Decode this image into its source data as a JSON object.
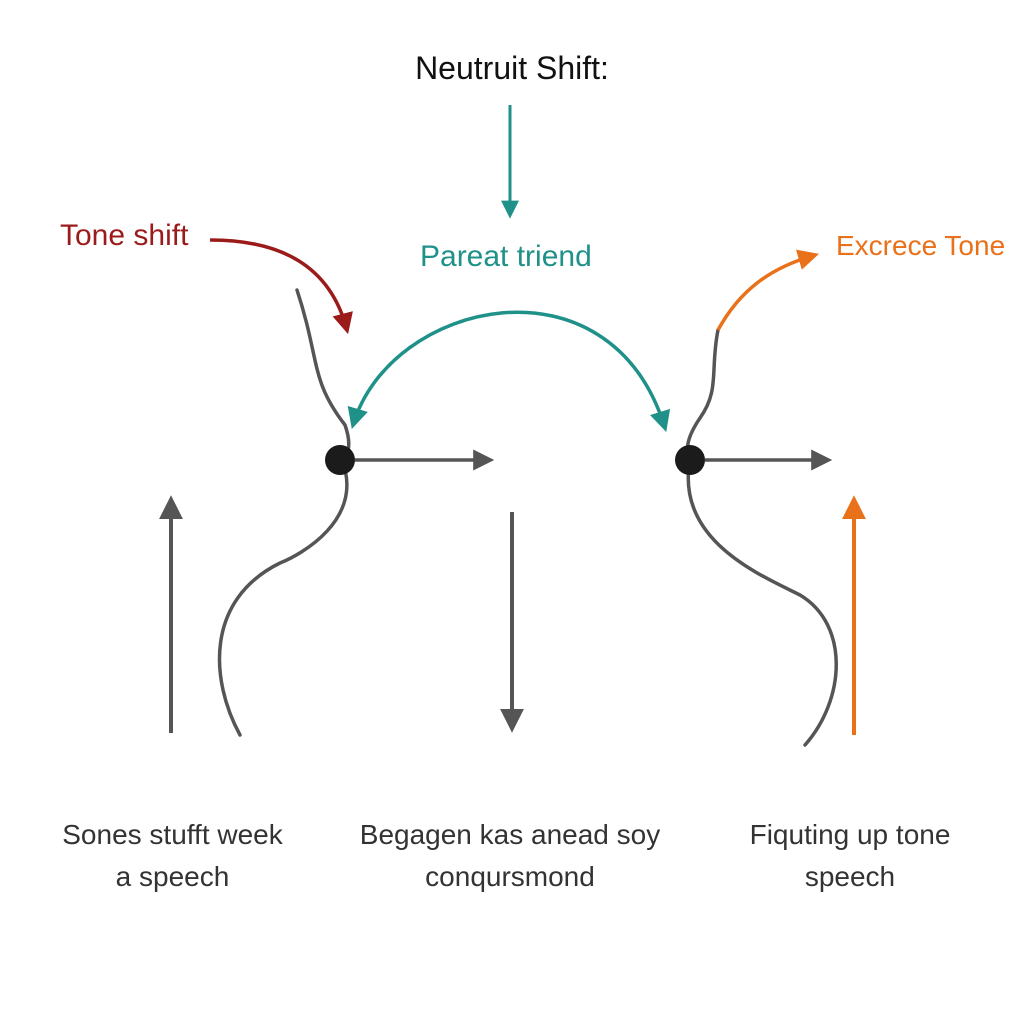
{
  "title": "Neutruit Shift:",
  "labels": {
    "tone_shift": "Tone shift",
    "parent_trend": "Pareat triend",
    "excrete_tone": "Excrece Tone"
  },
  "captions": {
    "left": [
      "Sones stufft week",
      "a speech"
    ],
    "middle": [
      "Begagen kas anead soy",
      "conqursmond"
    ],
    "right": [
      "Fiquting up tone",
      "speech"
    ]
  },
  "colors": {
    "dark_red": "#9b1b1b",
    "teal": "#1f9189",
    "orange": "#e8711a",
    "gray": "#555555",
    "dot": "#1b1b1b",
    "text": "#222222"
  }
}
